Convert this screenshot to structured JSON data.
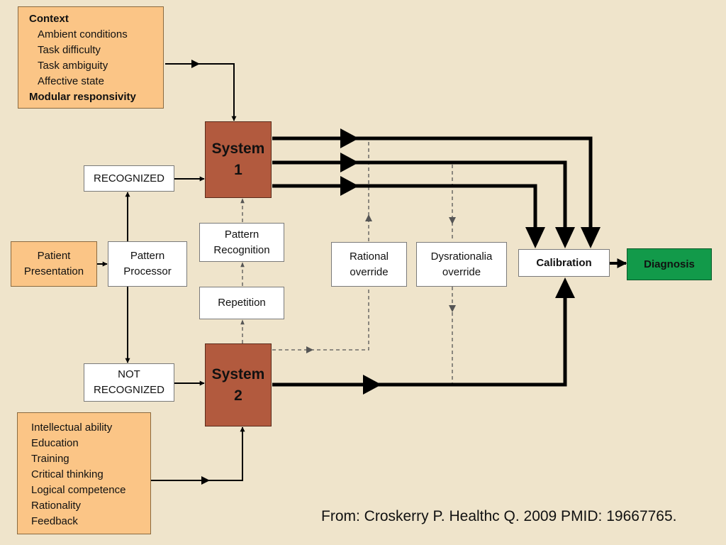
{
  "context": {
    "title": "Context",
    "items": [
      "Ambient conditions",
      "Task difficulty",
      "Task ambiguity",
      "Affective state"
    ],
    "footer": "Modular responsivity"
  },
  "system1": {
    "line1": "System",
    "line2": "1"
  },
  "system2": {
    "line1": "System",
    "line2": "2"
  },
  "recognized": "RECOGNIZED",
  "not_recognized": {
    "line1": "NOT",
    "line2": "RECOGNIZED"
  },
  "patient_presentation": {
    "line1": "Patient",
    "line2": "Presentation"
  },
  "pattern_processor": {
    "line1": "Pattern",
    "line2": "Processor"
  },
  "pattern_recognition": {
    "line1": "Pattern",
    "line2": "Recognition"
  },
  "repetition": "Repetition",
  "rational_override": {
    "line1": "Rational",
    "line2": "override"
  },
  "dysrationalia_override": {
    "line1": "Dysrationalia",
    "line2": "override"
  },
  "calibration": "Calibration",
  "diagnosis": "Diagnosis",
  "abilities": [
    "Intellectual ability",
    "Education",
    "Training",
    "Critical thinking",
    "Logical competence",
    "Rationality",
    "Feedback"
  ],
  "citation": "From: Croskerry P. Healthc Q. 2009 PMID: 19667765.",
  "colors": {
    "background": "#efe4cb",
    "orange": "#fbc586",
    "brown": "#b25a3e",
    "green": "#129a4a"
  }
}
